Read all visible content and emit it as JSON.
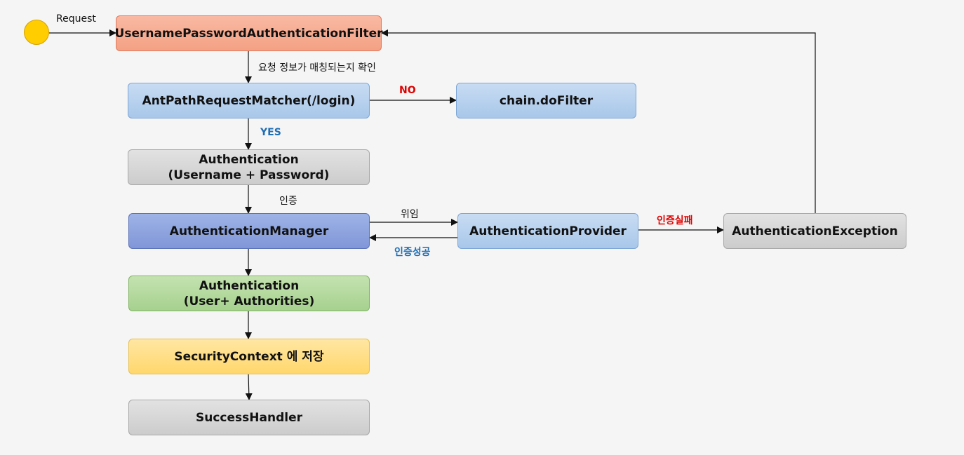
{
  "start": {
    "label": "Request"
  },
  "nodes": {
    "filter": "UsernamePasswordAuthenticationFilter",
    "matcher": "AntPathRequestMatcher(/login)",
    "chain": "chain.doFilter",
    "auth_req": "Authentication\n(Username + Password)",
    "manager": "AuthenticationManager",
    "provider": "AuthenticationProvider",
    "exception": "AuthenticationException",
    "auth_ok": "Authentication\n(User+ Authorities)",
    "context": "SecurityContext 에 저장",
    "success": "SuccessHandler"
  },
  "edges": {
    "check": "요청 정보가 매칭되는지 확인",
    "no": "NO",
    "yes": "YES",
    "authenticate": "인증",
    "delegate": "위임",
    "auth_success": "인증성공",
    "auth_fail": "인증실패"
  },
  "colors": {
    "start": "#ffcd00",
    "filter": "#f4a184",
    "blue_box": "#a8c7ea",
    "gray_box": "#cccccc",
    "manager": "#8096d8",
    "auth_ok": "#a6d18e",
    "context": "#ffd76b",
    "no_label": "#e00000",
    "yes_label": "#1f6eb4",
    "fail_label": "#e00000",
    "success_label": "#1f6eb4",
    "arrow": "#111111"
  }
}
